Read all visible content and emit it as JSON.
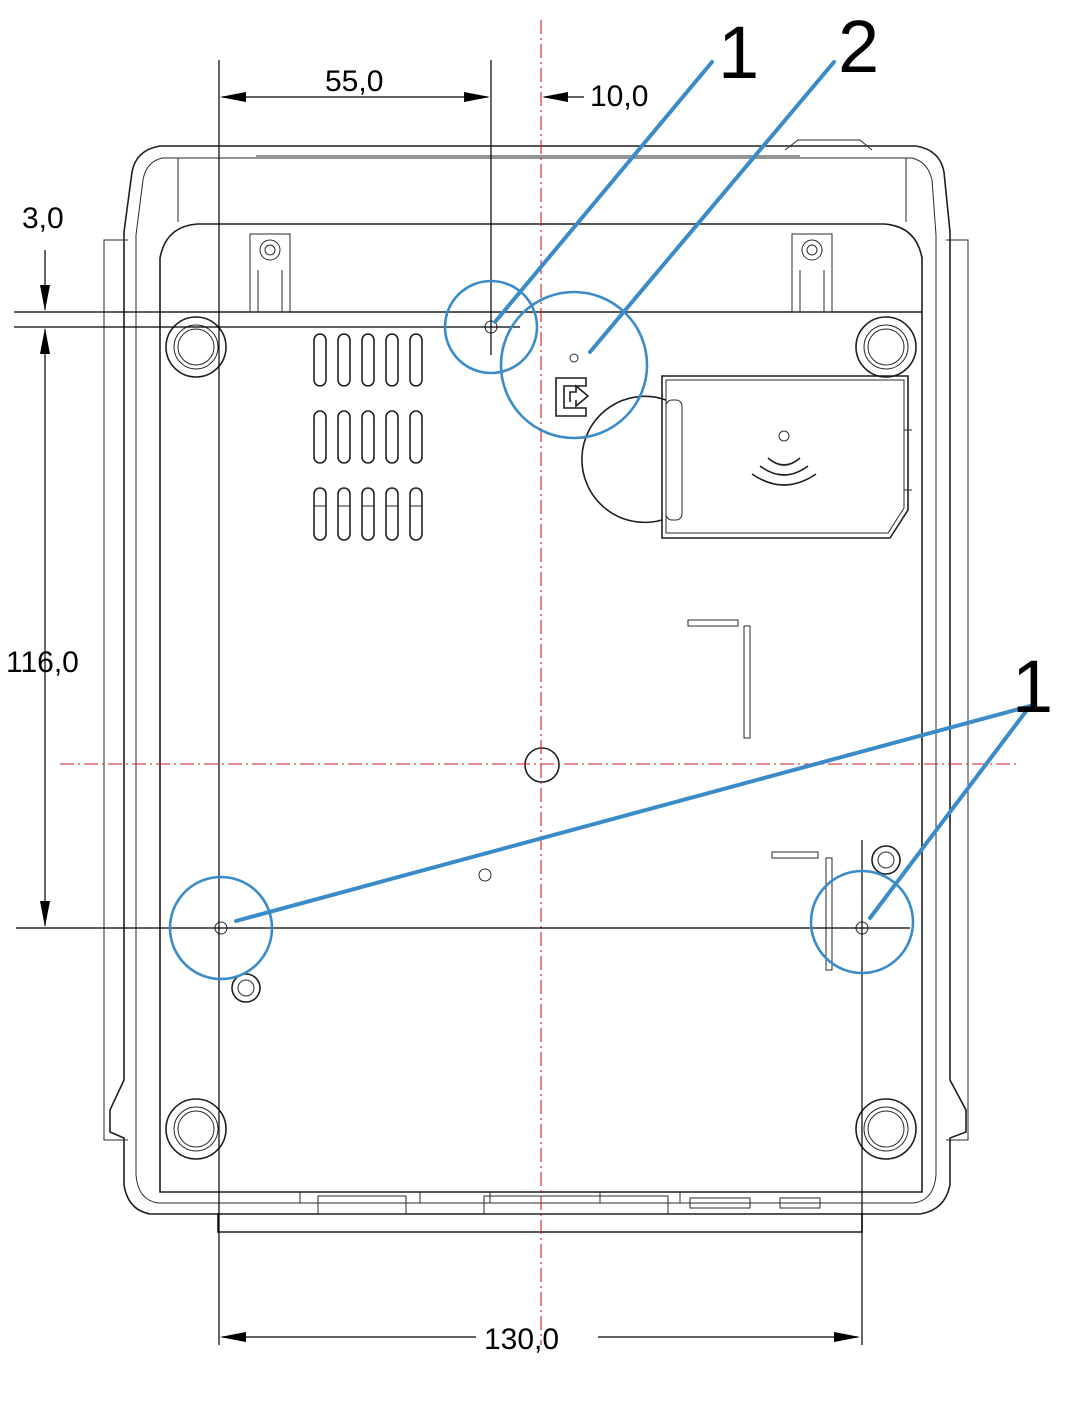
{
  "colors": {
    "callout": "#3a8cc9",
    "centerline": "#d6181f",
    "outline": "#1f1f1f"
  },
  "dimensions": {
    "top_left": "55,0",
    "top_right": "10,0",
    "left_small": "3,0",
    "left_vertical": "116,0",
    "bottom": "130,0"
  },
  "callouts": {
    "mount_hole_top": "1",
    "sensor": "2",
    "mount_holes_bottom": "1"
  },
  "icons": {
    "sensor": "mounting-sensor-icon",
    "wireless": "wireless-signal-icon"
  }
}
